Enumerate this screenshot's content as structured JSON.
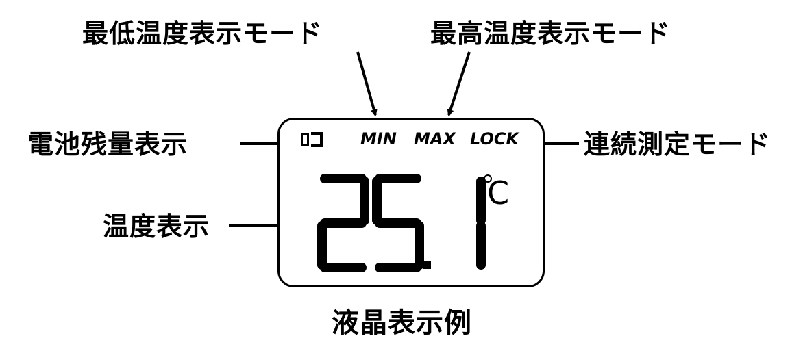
{
  "labels": {
    "min_mode": "最低温度表示モード",
    "max_mode": "最高温度表示モード",
    "battery": "電池残量表示",
    "continuous": "連続測定モード",
    "temperature": "温度表示",
    "caption": "液晶表示例"
  },
  "lcd": {
    "indicator_min": "MIN",
    "indicator_max": "MAX",
    "indicator_lock": "LOCK",
    "reading": "25.1",
    "unit": "C"
  },
  "icons": {
    "battery": "battery-icon"
  }
}
